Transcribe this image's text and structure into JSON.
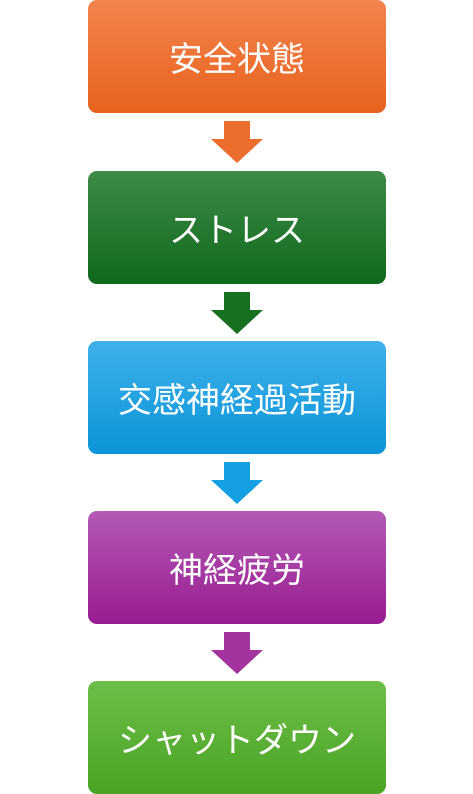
{
  "steps": [
    {
      "label": "安全状態",
      "color_top": "#f2844e",
      "color_bottom": "#e8621c"
    },
    {
      "label": "ストレス",
      "color_top": "#3e8a46",
      "color_bottom": "#0f6a1c"
    },
    {
      "label": "交感神経過活動",
      "color_top": "#3fb0ea",
      "color_bottom": "#0a95d8"
    },
    {
      "label": "神経疲労",
      "color_top": "#b45ab4",
      "color_bottom": "#981c92"
    },
    {
      "label": "シャットダウン",
      "color_top": "#6dbd48",
      "color_bottom": "#4aa424"
    }
  ],
  "arrows": [
    {
      "icon": "arrow-down-icon",
      "color": "#ec6d2e"
    },
    {
      "icon": "arrow-down-icon",
      "color": "#17701f"
    },
    {
      "icon": "arrow-down-icon",
      "color": "#14a0e2"
    },
    {
      "icon": "arrow-down-icon",
      "color": "#a3339f"
    }
  ]
}
